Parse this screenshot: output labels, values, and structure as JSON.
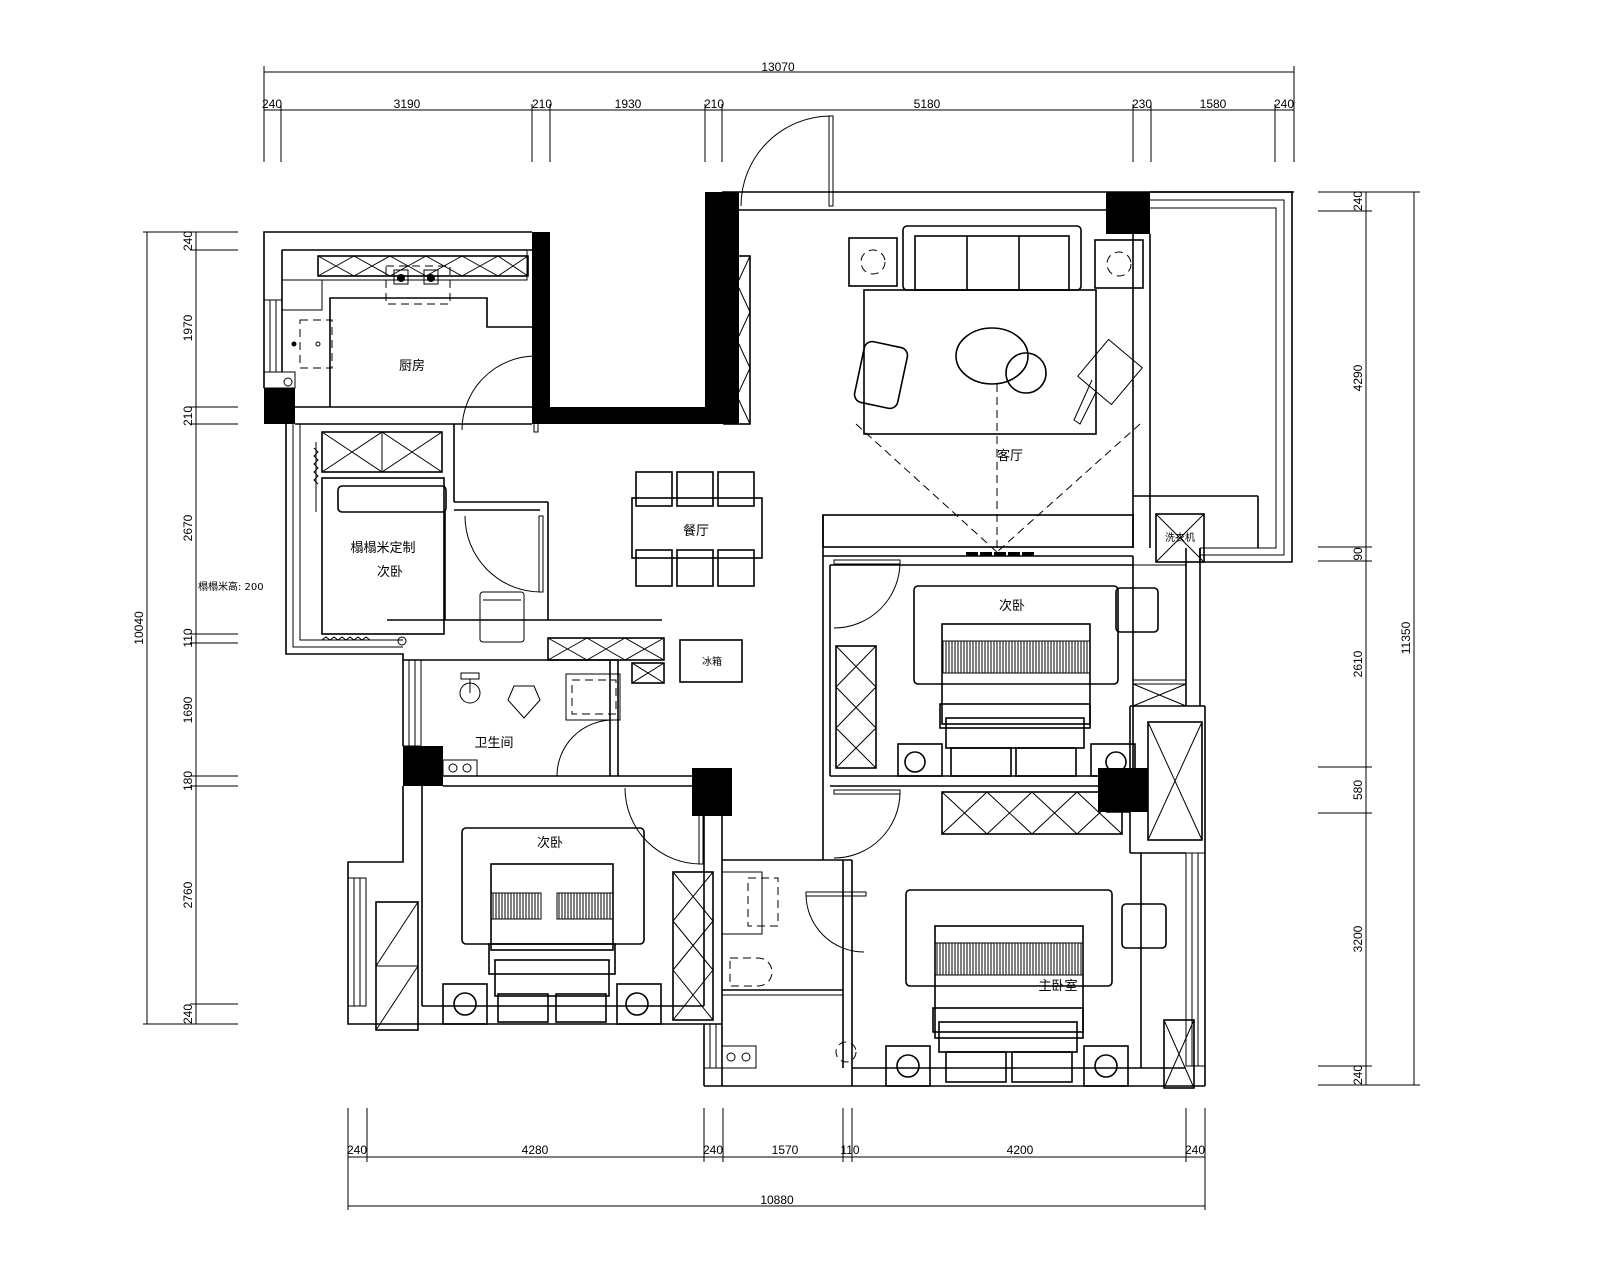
{
  "plan": {
    "title": "Floor plan (furniture layout)",
    "line_color": "#000000",
    "background": "#ffffff"
  },
  "dimensions": {
    "top": {
      "overall": "13070",
      "segments": [
        "240",
        "3190",
        "210",
        "1930",
        "210",
        "5180",
        "230",
        "1580",
        "240"
      ]
    },
    "bottom": {
      "overall": "10880",
      "segments": [
        "240",
        "4280",
        "240",
        "1570",
        "110",
        "4200",
        "240"
      ]
    },
    "left": {
      "overall": "10040",
      "segments": [
        "240",
        "1970",
        "210",
        "2670",
        "110",
        "1690",
        "180",
        "2760",
        "240"
      ]
    },
    "right": {
      "overall": "11350",
      "segments": [
        "240",
        "4290",
        "90",
        "2610",
        "580",
        "3200",
        "240"
      ]
    }
  },
  "rooms": {
    "kitchen": "厨房",
    "tatami_room_line1": "榻榻米定制",
    "tatami_room_line2": "次卧",
    "dining": "餐厅",
    "living": "客厅",
    "bathroom": "卫生间",
    "bedroom_ne": "次卧",
    "bedroom_sw": "次卧",
    "master_bedroom": "主卧室",
    "laundry": "洗衣机",
    "fridge": "冰箱"
  },
  "notes": {
    "tatami_height": "榻榻米高: 200"
  }
}
